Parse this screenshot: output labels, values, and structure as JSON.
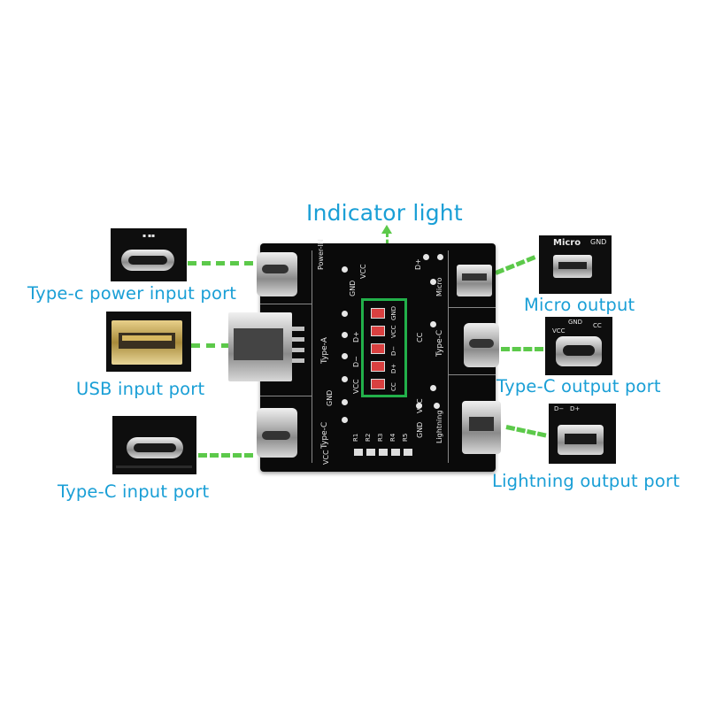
{
  "labels": {
    "indicator_light": "Indicator light",
    "typec_power_input": "Type-c power input port",
    "usb_input": "USB input port",
    "typec_input": "Type-C input port",
    "micro_output": "Micro output",
    "typec_output": "Type-C output port",
    "lightning_output": "Lightning output port"
  },
  "board_silkscreen": {
    "power_in": "Power-IN",
    "type_a": "Type-A",
    "type_c_left": "Type-C",
    "type_c_right": "Type-C",
    "micro": "Micro",
    "lightning": "Lightning",
    "gnd": "GND",
    "vcc": "VCC",
    "d_plus": "D+",
    "d_minus": "D−",
    "cc": "CC",
    "r1": "R1",
    "r2": "R2",
    "r3": "R3",
    "r4": "R4",
    "r5": "R5"
  },
  "thumb_silkscreen": {
    "micro": "Micro",
    "gnd": "GND",
    "vcc": "VCC",
    "cc": "CC",
    "d_minus": "D−",
    "d_plus": "D+"
  },
  "colors": {
    "label_blue": "#1a9fd6",
    "dash_green": "#5cc94a",
    "board_black": "#0a0a0a",
    "indicator_box_green": "#22b04a",
    "led_red": "#d94040"
  }
}
